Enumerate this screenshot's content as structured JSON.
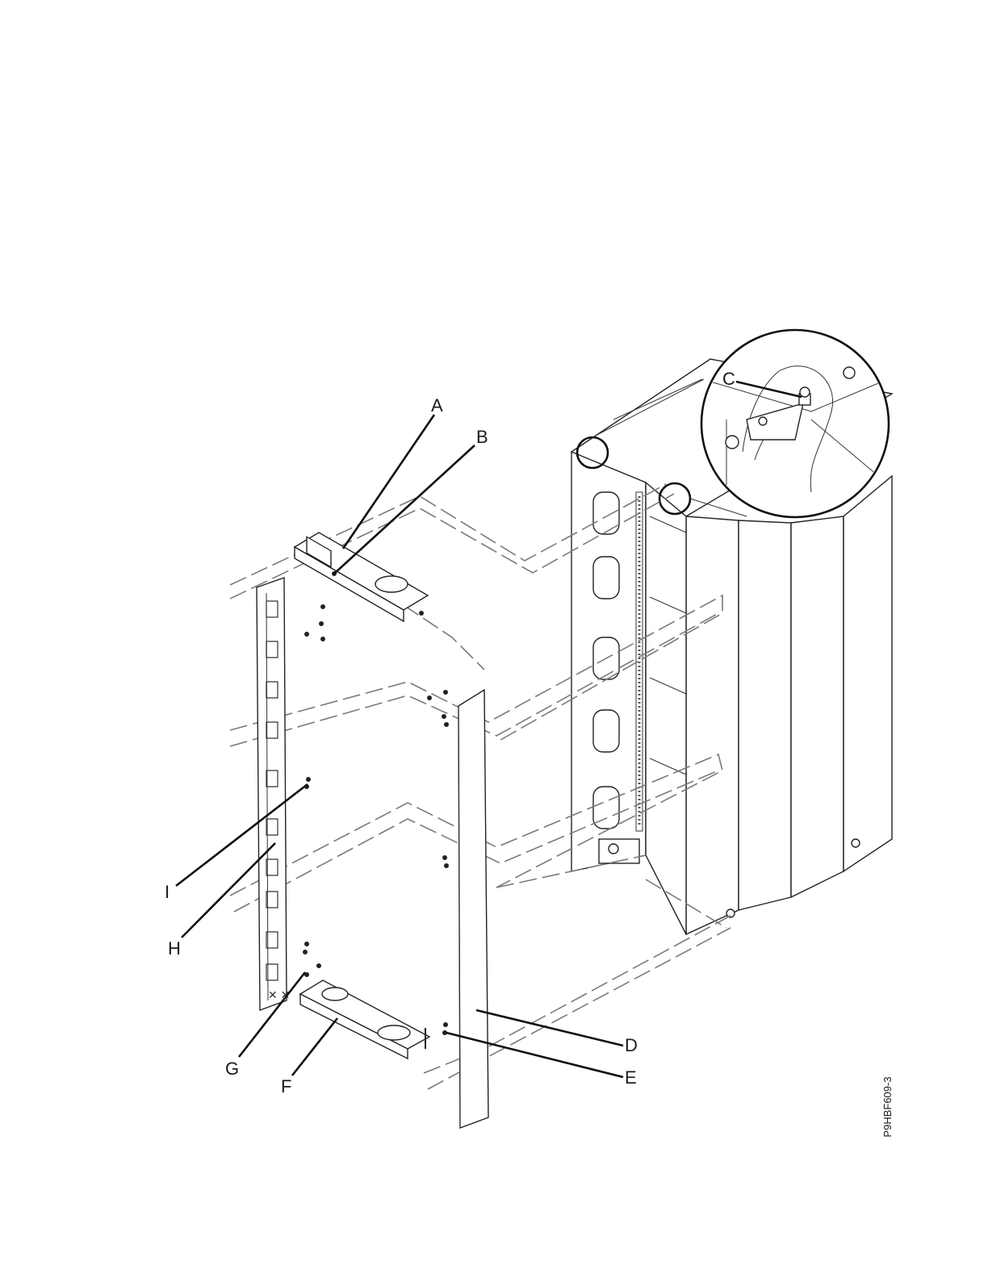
{
  "diagram": {
    "figure_id": "P9HBF609-3",
    "callouts": {
      "A": "A",
      "B": "B",
      "C": "C",
      "D": "D",
      "E": "E",
      "F": "F",
      "G": "G",
      "H": "H",
      "I": "I"
    }
  }
}
